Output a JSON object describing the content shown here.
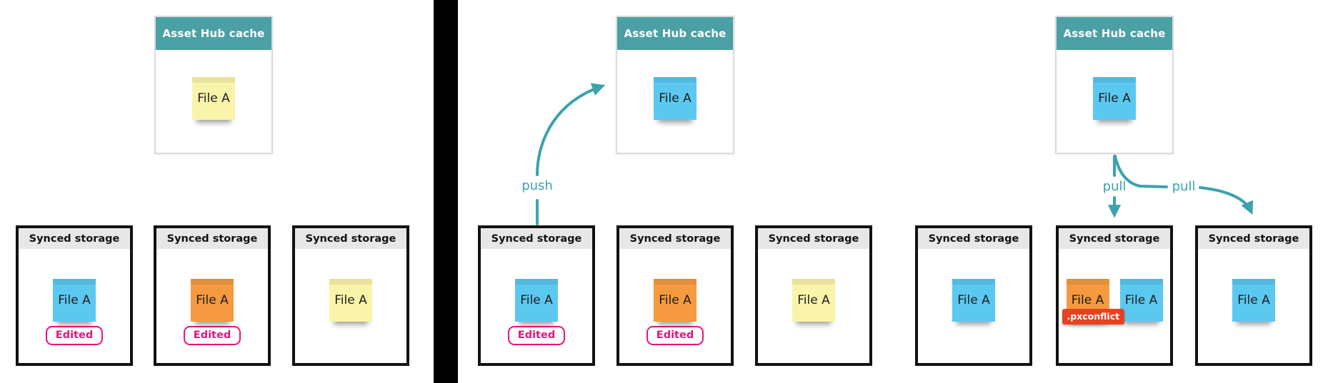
{
  "colors": {
    "cache_header_teal": "#4ba0a5",
    "arrow_teal": "#3ba2ae",
    "storage_header_gray": "#e7e7e7",
    "storage_border_black": "#111111",
    "sticky_blue": "#5bc8f0",
    "sticky_orange": "#f59a40",
    "sticky_yellow": "#faf4ab",
    "edited_pink": "#e8137f",
    "conflict_red": "#e84220",
    "divider_black": "#000000"
  },
  "panels": [
    {
      "name": "local-edited-state",
      "cache": {
        "title": "Asset Hub cache",
        "sticky": {
          "label": "File A",
          "color": "#faf4ab"
        }
      },
      "storages": [
        {
          "title": "Synced storage",
          "stickies": [
            {
              "label": "File A",
              "color": "#5bc8f0"
            }
          ],
          "badge": "Edited"
        },
        {
          "title": "Synced storage",
          "stickies": [
            {
              "label": "File A",
              "color": "#f59a40"
            }
          ],
          "badge": "Edited"
        },
        {
          "title": "Synced storage",
          "stickies": [
            {
              "label": "File A",
              "color": "#faf4ab"
            }
          ]
        }
      ]
    },
    {
      "name": "push-step",
      "arrow_label": "push",
      "cache": {
        "title": "Asset Hub cache",
        "sticky": {
          "label": "File A",
          "color": "#5bc8f0"
        }
      },
      "storages": [
        {
          "title": "Synced storage",
          "stickies": [
            {
              "label": "File A",
              "color": "#5bc8f0"
            }
          ],
          "badge": "Edited"
        },
        {
          "title": "Synced storage",
          "stickies": [
            {
              "label": "File A",
              "color": "#f59a40"
            }
          ],
          "badge": "Edited"
        },
        {
          "title": "Synced storage",
          "stickies": [
            {
              "label": "File A",
              "color": "#faf4ab"
            }
          ]
        }
      ]
    },
    {
      "name": "pull-step",
      "arrow_labels": [
        "pull",
        "pull"
      ],
      "cache": {
        "title": "Asset Hub cache",
        "sticky": {
          "label": "File A",
          "color": "#5bc8f0"
        }
      },
      "storages": [
        {
          "title": "Synced storage",
          "stickies": [
            {
              "label": "File A",
              "color": "#5bc8f0"
            }
          ]
        },
        {
          "title": "Synced storage",
          "stickies": [
            {
              "label": "File A",
              "color": "#f59a40",
              "conflict": ".pxconflict"
            },
            {
              "label": "File A",
              "color": "#5bc8f0"
            }
          ]
        },
        {
          "title": "Synced storage",
          "stickies": [
            {
              "label": "File A",
              "color": "#5bc8f0"
            }
          ]
        }
      ]
    }
  ]
}
